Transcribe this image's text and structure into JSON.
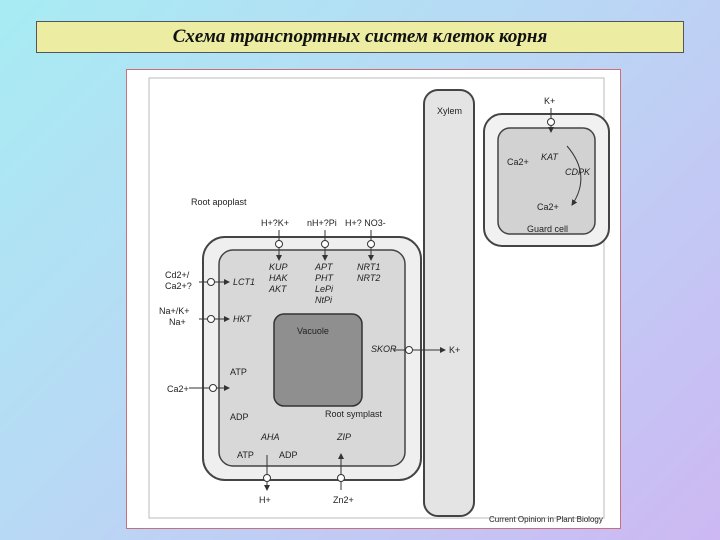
{
  "slide_title": "Схема транспортных систем клеток корня",
  "figure": {
    "xylem": "Xylem",
    "guard_cell": {
      "k": "K+",
      "ca_left": "Ca2+",
      "kat": "KAT",
      "cdpk": "CDPK",
      "ca_bottom": "Ca2+",
      "label": "Guard cell"
    },
    "root_apoplast": "Root apoplast",
    "top_ions": {
      "h_k": "H+?K+",
      "h_pi": "nH+?Pi",
      "h_no3": "H+? NO3-"
    },
    "transporters": {
      "kup": [
        "KUP",
        "HAK",
        "AKT"
      ],
      "apt": [
        "APT",
        "PHT",
        "LePi",
        "NtPi"
      ],
      "nrt": [
        "NRT1",
        "NRT2"
      ]
    },
    "left_ions": {
      "cd_ca_1": "Cd2+/",
      "cd_ca_2": "Ca2+?",
      "na_k": "Na+/K+",
      "na": "Na+",
      "ca": "Ca2+"
    },
    "left_transporters": {
      "lct1": "LCT1",
      "hkt": "HKT"
    },
    "vacuole": "Vacuole",
    "skor": "SKOR",
    "skor_k": "K+",
    "atp_top": "ATP",
    "adp_left": "ADP",
    "root_symplast": "Root symplast",
    "aha": "AHA",
    "zip": "ZIP",
    "atp_bottom": "ATP",
    "adp_bottom": "ADP",
    "h_out": "H+",
    "zn_out": "Zn2+",
    "credit": "Current Opinion in Plant Biology"
  }
}
